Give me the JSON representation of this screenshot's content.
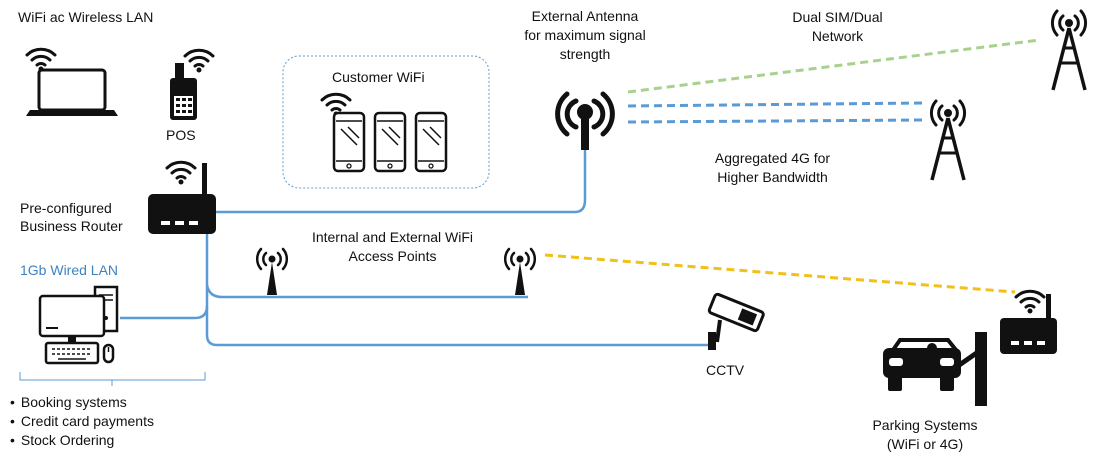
{
  "labels": {
    "wifi_lan": "WiFi ac Wireless LAN",
    "pos": "POS",
    "router_line1": "Pre-configured",
    "router_line2": "Business Router",
    "wired_lan": "1Gb Wired LAN",
    "customer_wifi": "Customer WiFi",
    "antenna_line1": "External Antenna",
    "antenna_line2": "for maximum signal",
    "antenna_line3": "strength",
    "dual_sim_line1": "Dual SIM/Dual",
    "dual_sim_line2": "Network",
    "aggregated_line1": "Aggregated 4G for",
    "aggregated_line2": "Higher Bandwidth",
    "access_points_line1": "Internal and External WiFi",
    "access_points_line2": "Access Points",
    "cctv": "CCTV",
    "parking_line1": "Parking Systems",
    "parking_line2": "(WiFi or 4G)"
  },
  "bullets": [
    "Booking systems",
    "Credit card payments",
    "Stock Ordering"
  ],
  "colors": {
    "wire": "#5b9bd5",
    "dual_sim": "#a9d18e",
    "aggregated": "#5b9bd5",
    "parking_link": "#f2c01a",
    "icon": "#111111",
    "wired_lan_text": "#3d83c4"
  },
  "icons": [
    "laptop-icon",
    "pos-terminal-icon",
    "wifi-icon",
    "router-icon",
    "desktop-computer-icon",
    "smartphone-icon",
    "antenna-icon",
    "cell-tower-icon",
    "access-point-icon",
    "cctv-camera-icon",
    "car-icon",
    "barrier-gate-icon"
  ]
}
